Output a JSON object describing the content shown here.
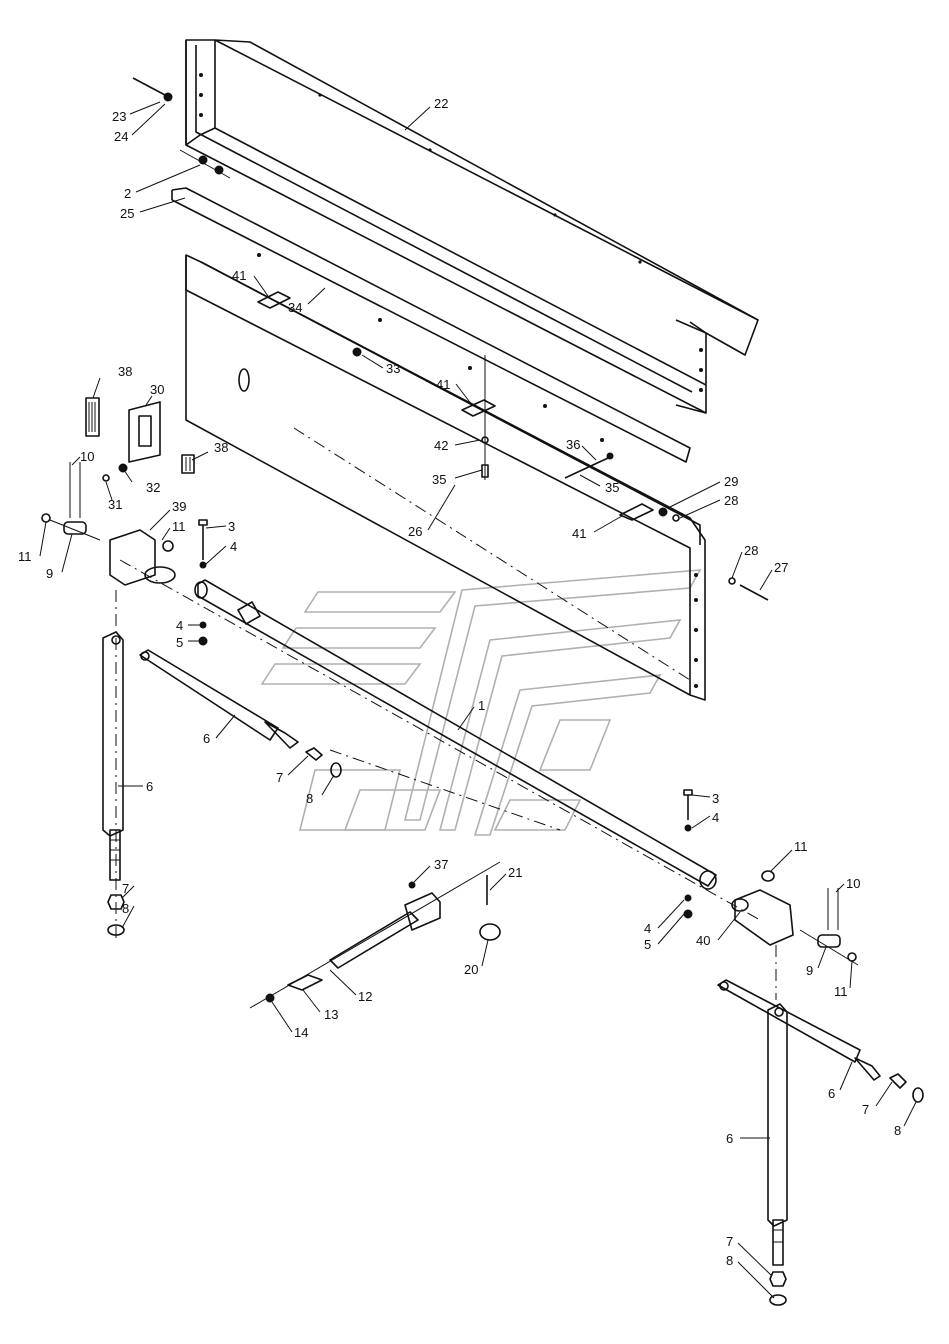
{
  "callouts": [
    {
      "id": "22",
      "text": "22"
    },
    {
      "id": "23",
      "text": "23"
    },
    {
      "id": "24",
      "text": "24"
    },
    {
      "id": "2",
      "text": "2"
    },
    {
      "id": "25",
      "text": "25"
    },
    {
      "id": "41a",
      "text": "41"
    },
    {
      "id": "34",
      "text": "34"
    },
    {
      "id": "33",
      "text": "33"
    },
    {
      "id": "41b",
      "text": "41"
    },
    {
      "id": "42",
      "text": "42"
    },
    {
      "id": "35a",
      "text": "35"
    },
    {
      "id": "36",
      "text": "36"
    },
    {
      "id": "35b",
      "text": "35"
    },
    {
      "id": "29",
      "text": "29"
    },
    {
      "id": "28a",
      "text": "28"
    },
    {
      "id": "41c",
      "text": "41"
    },
    {
      "id": "26",
      "text": "26"
    },
    {
      "id": "28b",
      "text": "28"
    },
    {
      "id": "27",
      "text": "27"
    },
    {
      "id": "38a",
      "text": "38"
    },
    {
      "id": "30",
      "text": "30"
    },
    {
      "id": "38b",
      "text": "38"
    },
    {
      "id": "10a",
      "text": "10"
    },
    {
      "id": "32",
      "text": "32"
    },
    {
      "id": "31",
      "text": "31"
    },
    {
      "id": "39",
      "text": "39"
    },
    {
      "id": "11a",
      "text": "11"
    },
    {
      "id": "11b",
      "text": "11"
    },
    {
      "id": "9a",
      "text": "9"
    },
    {
      "id": "3a",
      "text": "3"
    },
    {
      "id": "4a",
      "text": "4"
    },
    {
      "id": "4b",
      "text": "4"
    },
    {
      "id": "5a",
      "text": "5"
    },
    {
      "id": "1",
      "text": "1"
    },
    {
      "id": "6a",
      "text": "6"
    },
    {
      "id": "7a",
      "text": "7"
    },
    {
      "id": "8a",
      "text": "8"
    },
    {
      "id": "6b",
      "text": "6"
    },
    {
      "id": "7b",
      "text": "7"
    },
    {
      "id": "8b",
      "text": "8"
    },
    {
      "id": "3b",
      "text": "3"
    },
    {
      "id": "4c",
      "text": "4"
    },
    {
      "id": "11c",
      "text": "11"
    },
    {
      "id": "10b",
      "text": "10"
    },
    {
      "id": "37",
      "text": "37"
    },
    {
      "id": "21",
      "text": "21"
    },
    {
      "id": "4d",
      "text": "4"
    },
    {
      "id": "5b",
      "text": "5"
    },
    {
      "id": "40",
      "text": "40"
    },
    {
      "id": "9b",
      "text": "9"
    },
    {
      "id": "11d",
      "text": "11"
    },
    {
      "id": "20",
      "text": "20"
    },
    {
      "id": "12",
      "text": "12"
    },
    {
      "id": "13",
      "text": "13"
    },
    {
      "id": "14",
      "text": "14"
    },
    {
      "id": "6c",
      "text": "6"
    },
    {
      "id": "7c",
      "text": "7"
    },
    {
      "id": "8c",
      "text": "8"
    },
    {
      "id": "6d",
      "text": "6"
    },
    {
      "id": "7d",
      "text": "7"
    },
    {
      "id": "8d",
      "text": "8"
    }
  ]
}
